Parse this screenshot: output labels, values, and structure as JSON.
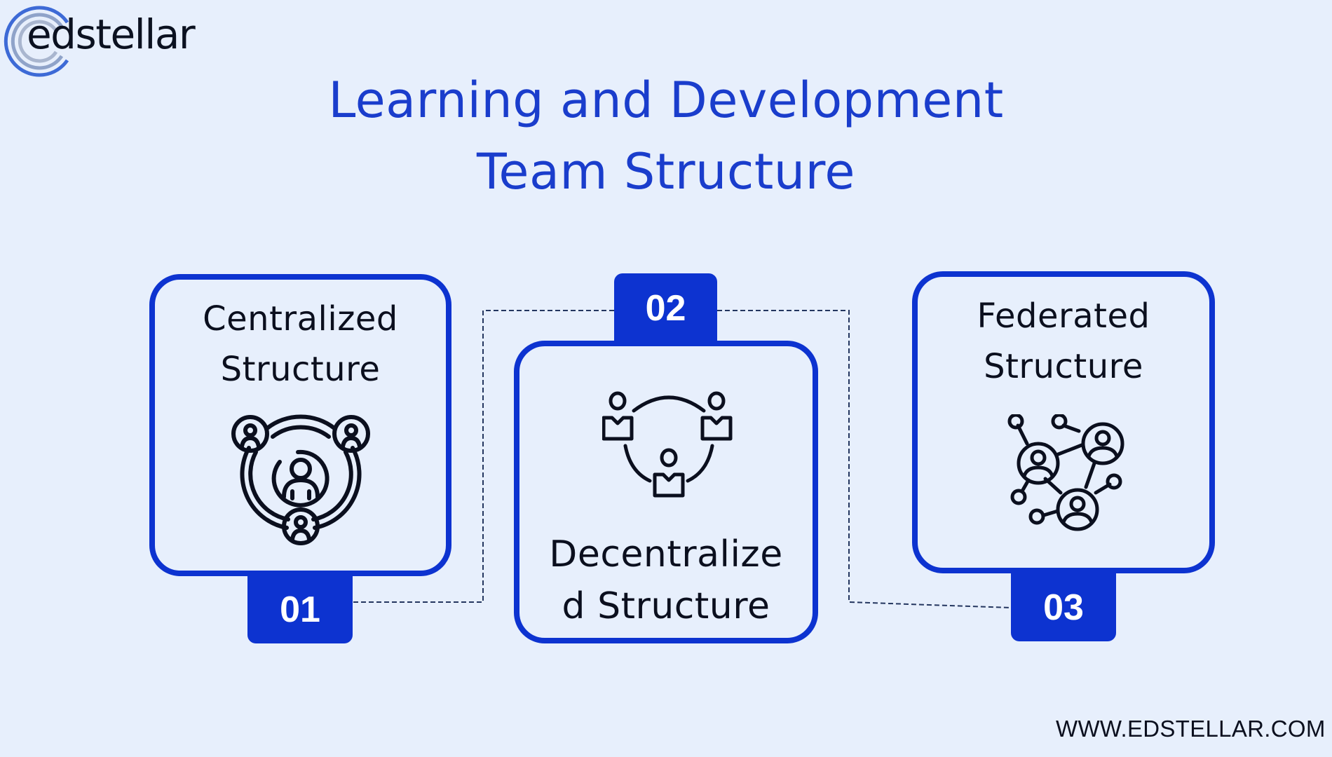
{
  "brand": {
    "logo_text": "edstellar",
    "ring_colors": [
      "#3d6ad6",
      "#8fa3c9",
      "#a9b6cf"
    ]
  },
  "title": {
    "line1": "Learning and Development",
    "line2": "Team Structure"
  },
  "colors": {
    "background": "#e7effc",
    "accent": "#0d33d0",
    "title": "#1a3dcc",
    "text": "#0b0f1e",
    "connector": "#24365f"
  },
  "cards": [
    {
      "number": "01",
      "label_line1": "Centralized",
      "label_line2": "Structure",
      "icon": "centralized-network-icon"
    },
    {
      "number": "02",
      "label_line1": "Decentralize",
      "label_line2": "d Structure",
      "icon": "decentralized-team-icon"
    },
    {
      "number": "03",
      "label_line1": "Federated",
      "label_line2": "Structure",
      "icon": "federated-network-icon"
    }
  ],
  "footer": {
    "url": "WWW.EDSTELLAR.COM"
  }
}
